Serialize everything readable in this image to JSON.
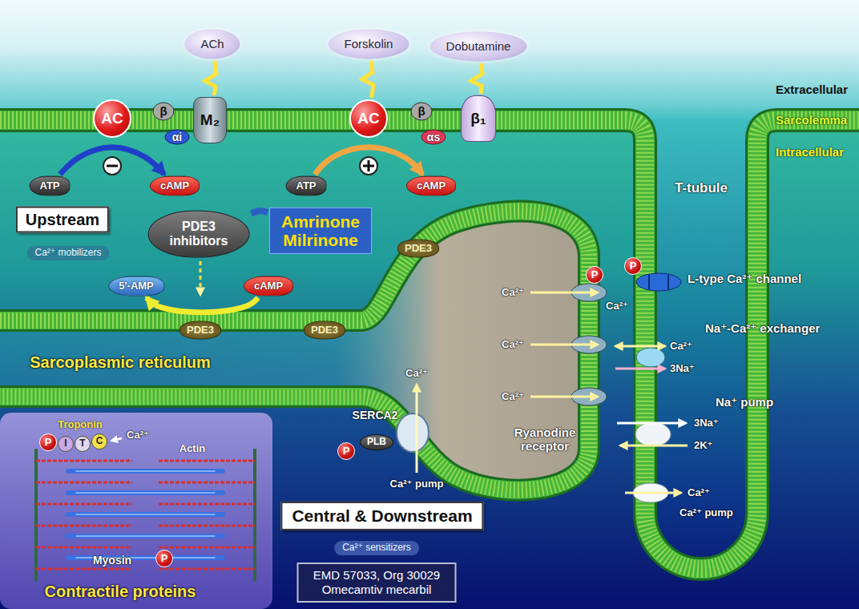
{
  "diagram": {
    "nodes": [
      {
        "text": [
          "ACh"
        ]
      },
      {
        "text": [
          "Forskolin"
        ]
      },
      {
        "text": [
          "Dobutamine"
        ]
      },
      {
        "text": [
          "AC"
        ]
      },
      {
        "text": [
          "M₂"
        ]
      },
      {
        "text": [
          "AC"
        ]
      },
      {
        "text": [
          "β₁"
        ]
      },
      {
        "text": [
          "ATP"
        ]
      },
      {
        "text": [
          "cAMP"
        ]
      },
      {
        "text": [
          "ATP"
        ]
      },
      {
        "text": [
          "cAMP"
        ]
      },
      {
        "text": [
          "Upstream"
        ]
      },
      {
        "text": [
          "Ca²⁺ mobilizers"
        ]
      },
      {
        "text": [
          "PDE3 inhibitors"
        ]
      },
      {
        "text": [
          "Amrinone Milrinone"
        ]
      },
      {
        "text": [
          "PDE3"
        ]
      },
      {
        "text": [
          "P"
        ]
      },
      {
        "text": [
          "P"
        ]
      },
      {
        "text": [
          "5′-AMP"
        ]
      },
      {
        "text": [
          "cAMP"
        ]
      },
      {
        "text": [
          "PDE3"
        ]
      },
      {
        "text": [
          "PDE3"
        ]
      },
      {
        "text": [
          "P"
        ]
      },
      {
        "text": [
          "I"
        ]
      },
      {
        "text": [
          "T"
        ]
      },
      {
        "text": [
          "C"
        ]
      },
      {
        "text": [
          "PLB"
        ]
      },
      {
        "text": [
          "P"
        ]
      },
      {
        "text": [
          "P"
        ]
      },
      {
        "text": [
          "Central & Downstream"
        ]
      },
      {
        "text": [
          "Ca²⁺ sensitizers"
        ]
      },
      {
        "text": [
          "EMD 57033, Org 30029 Omecamtiv mecarbil"
        ]
      }
    ],
    "edges": [
      {
        "from": 0,
        "to": 4,
        "arrow": "none"
      },
      {
        "from": 1,
        "to": 5,
        "arrow": "none"
      },
      {
        "from": 2,
        "to": 6,
        "arrow": "none"
      },
      {
        "from": 7,
        "to": 8,
        "arrow": "to"
      },
      {
        "from": 9,
        "to": 10,
        "arrow": "to"
      },
      {
        "from": 19,
        "to": 18,
        "arrow": "to"
      },
      {
        "from": 14,
        "to": 13,
        "arrow": "none"
      }
    ],
    "labels": [
      "Extracellular",
      "Sarcolemma",
      "Intracellular",
      "β",
      "αi",
      "β",
      "αs",
      "T-tubule",
      "Ca²⁺",
      "Ca²⁺",
      "L-type Ca²⁺ channel",
      "Ca²⁺",
      "Na⁺-Ca²⁺ exchanger",
      "Ca²⁺",
      "3Na⁺",
      "Ca²⁺",
      "Sarcoplasmic reticulum",
      "Ca²⁺",
      "SERCA2",
      "Ca²⁺ pump",
      "Troponin",
      "Ca²⁺",
      "Ryanodine receptor",
      "Na⁺ pump",
      "3Na⁺",
      "2K⁺",
      "Actin",
      "Myosin",
      "Ca²⁺",
      "Ca²⁺ pump",
      "Contractile proteins"
    ]
  }
}
